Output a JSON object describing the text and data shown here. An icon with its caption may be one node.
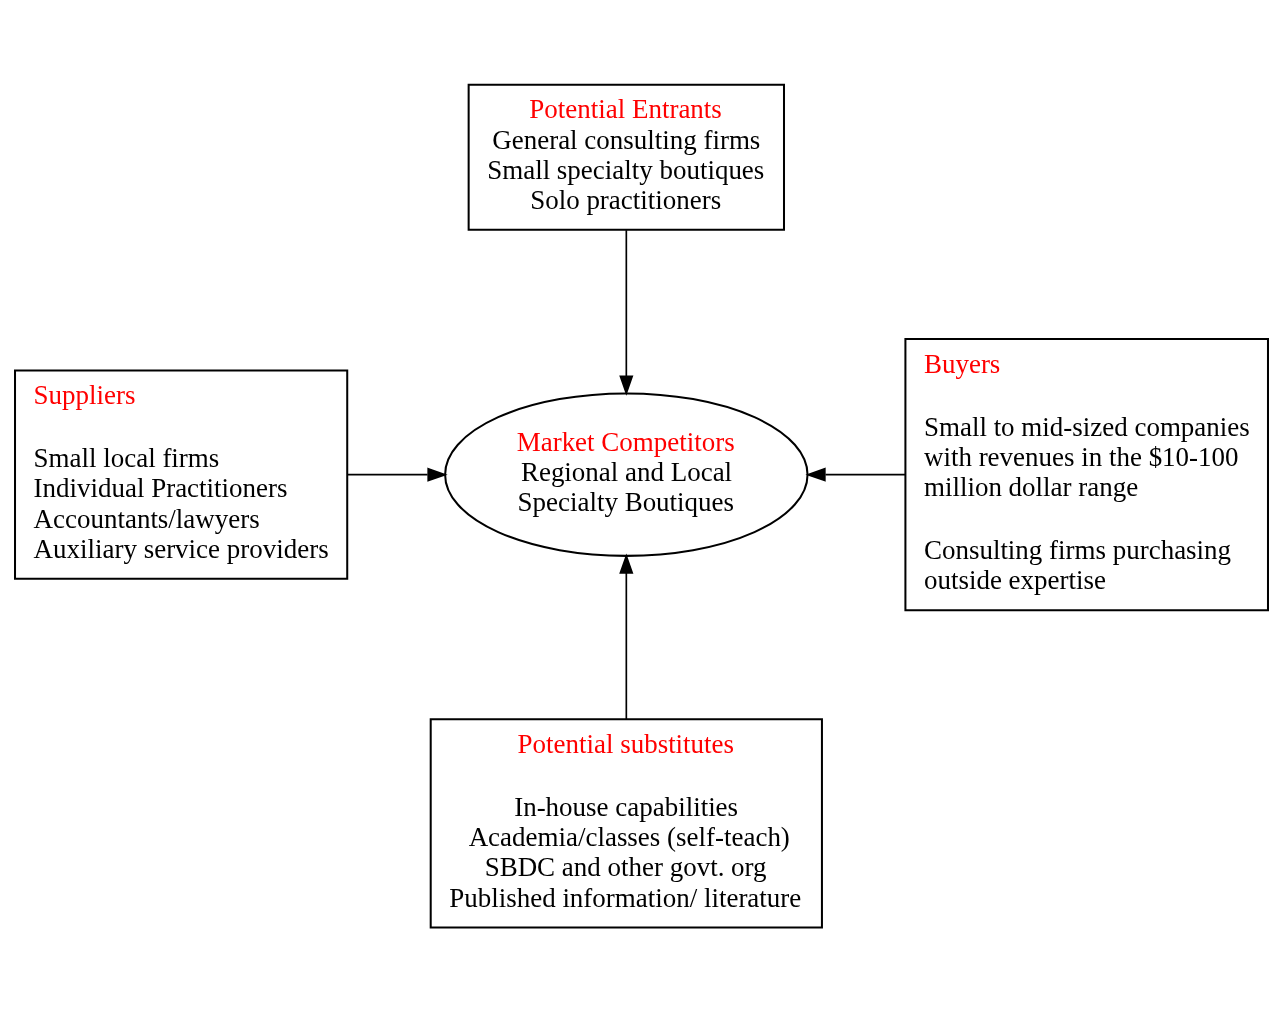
{
  "diagram": {
    "nodes": [
      {
        "text": [
          "Potential Entrants",
          "General consulting firms",
          "Small specialty boutiques",
          "Solo practitioners"
        ]
      },
      {
        "text": [
          "Suppliers",
          "Small local firms",
          "Individual Practitioners",
          "Accountants/lawyers",
          "Auxiliary service providers"
        ]
      },
      {
        "text": [
          "Market Competitors",
          "Regional and Local Specialty Boutiques"
        ]
      },
      {
        "text": [
          "Buyers",
          "Small to mid-sized companies with revenues in the $10-100 million dollar range",
          "Consulting firms purchasing outside expertise"
        ]
      },
      {
        "text": [
          "Potential substitutes",
          "In-house capabilities",
          "Academia/classes (self-teach)",
          "SBDC and other govt. org",
          "Published information/ literature"
        ]
      }
    ],
    "edges": [
      {
        "from": 0,
        "to": 2,
        "arrow": "to"
      },
      {
        "from": 1,
        "to": 2,
        "arrow": "to"
      },
      {
        "from": 3,
        "to": 2,
        "arrow": "to"
      },
      {
        "from": 4,
        "to": 2,
        "arrow": "to"
      }
    ]
  }
}
